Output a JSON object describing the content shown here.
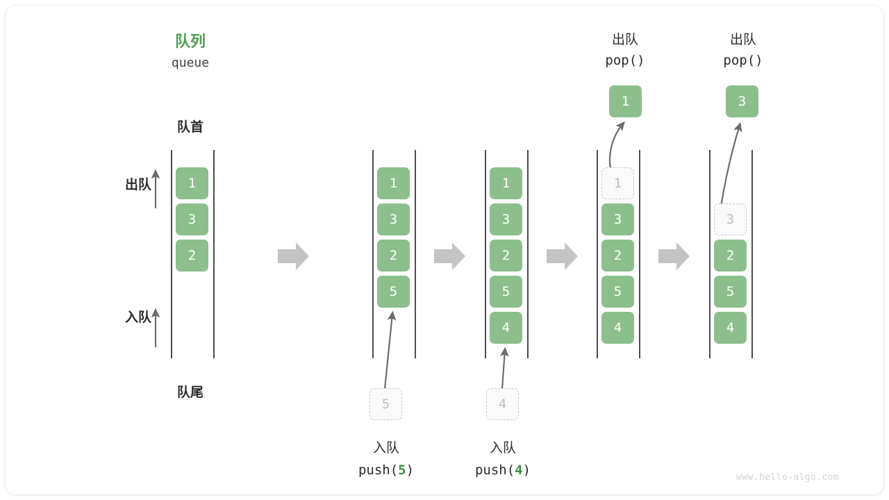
{
  "diagram": {
    "title_cn": "队列",
    "title_en": "queue",
    "front_label": "队首",
    "rear_label": "队尾",
    "dequeue_label": "出队",
    "enqueue_label": "入队",
    "watermark": "www.hello-algo.com",
    "accent_green": "#8cbf8c",
    "title_green": "#529b52",
    "highlight_green": "#3e8e41",
    "ghost_gray": "#bdbdbd",
    "arrow_gray": "#6b6b6b",
    "transition_arrow_gray": "#c4c4c4"
  },
  "stages": [
    {
      "id": "initial",
      "items": [
        "1",
        "3",
        "2"
      ],
      "ghost_index": null,
      "op_cn": "",
      "op_code": ""
    },
    {
      "id": "push-5",
      "items": [
        "1",
        "3",
        "2",
        "5"
      ],
      "ghost_index": null,
      "op_cn": "入队",
      "op_code_prefix": "push(",
      "op_code_value": "5",
      "op_code_suffix": ")",
      "incoming_value": "5"
    },
    {
      "id": "push-4",
      "items": [
        "1",
        "3",
        "2",
        "5",
        "4"
      ],
      "ghost_index": null,
      "op_cn": "入队",
      "op_code_prefix": "push(",
      "op_code_value": "4",
      "op_code_suffix": ")",
      "incoming_value": "4"
    },
    {
      "id": "pop-1",
      "items": [
        "1",
        "3",
        "2",
        "5",
        "4"
      ],
      "ghost_index": 0,
      "op_cn": "出队",
      "op_code": "pop()",
      "popped_value": "1"
    },
    {
      "id": "pop-3",
      "items": [
        "",
        "3",
        "2",
        "5",
        "4"
      ],
      "ghost_index": 1,
      "op_cn": "出队",
      "op_code": "pop()",
      "popped_value": "3"
    }
  ],
  "transitions": [
    "arrow-right-icon",
    "arrow-right-icon",
    "arrow-right-icon",
    "arrow-right-icon"
  ]
}
